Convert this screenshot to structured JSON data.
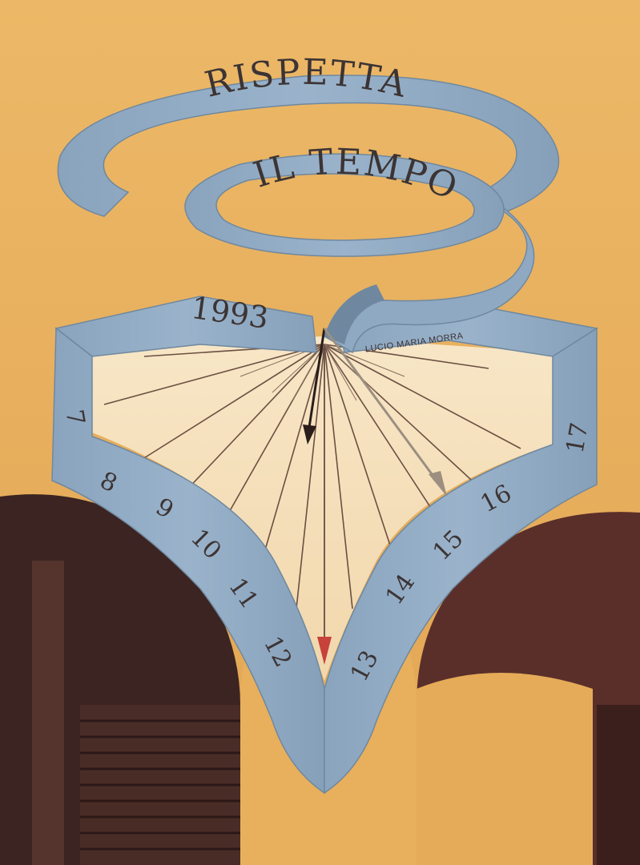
{
  "motto": {
    "line1": "RISPETTA",
    "line2": "IL TEMPO"
  },
  "year": "1993",
  "signature": "LUCIO MARIA MORRA",
  "hours": {
    "h7": "7",
    "h8": "8",
    "h9": "9",
    "h10": "10",
    "h11": "11",
    "h12": "12",
    "h13": "13",
    "h14": "14",
    "h15": "15",
    "h16": "16",
    "h17": "17"
  },
  "colors": {
    "wall": "#e9b15f",
    "ribbon": "#8fa9c3",
    "ribbon_shadow": "#6f889f",
    "dial": "#f6e4c3",
    "text": "#3c3434",
    "arch_dark": "#3a2220"
  }
}
